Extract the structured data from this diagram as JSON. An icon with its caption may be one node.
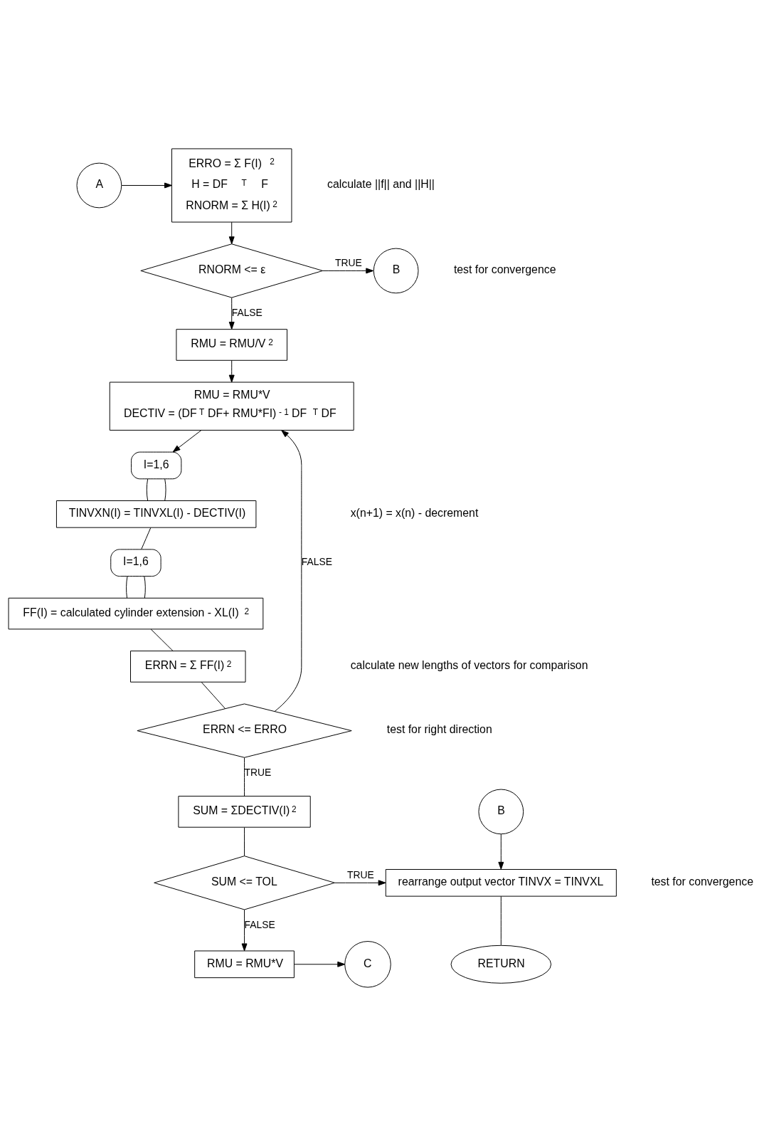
{
  "diagram": {
    "nodes": [
      {
        "text": [
          "A"
        ]
      },
      {
        "text": [
          "ERRO = Σ F(I)$^{2}$",
          "H = DF$^{T}$ F",
          "RNORM = Σ H(I)$^{2}$"
        ]
      },
      {
        "text": [
          "RNORM <= ε"
        ]
      },
      {
        "text": [
          "B"
        ]
      },
      {
        "text": [
          "RMU = RMU/V$^{2}$"
        ]
      },
      {
        "text": [
          "RMU = RMU*V",
          "DECTIV = (DF$^{T}$DF+ RMU*FI)$^{- 1}$ DF$^{T}$ DF"
        ]
      },
      {
        "text": [
          "I=1,6"
        ]
      },
      {
        "text": [
          "TINVXN(I) = TINVXL(I) - DECTIV(I)"
        ]
      },
      {
        "text": [
          "I=1,6"
        ]
      },
      {
        "text": [
          "FF(I) = calculated cylinder extension - XL(I)$^{2}$"
        ]
      },
      {
        "text": [
          "ERRN = Σ FF(I)$^{2}$"
        ]
      },
      {
        "text": [
          "ERRN <= ERRO"
        ]
      },
      {
        "text": [
          "SUM = ΣDECTIV(I)$^{2}$"
        ]
      },
      {
        "text": [
          "SUM <= TOL"
        ]
      },
      {
        "text": [
          "B"
        ]
      },
      {
        "text": [
          "rearrange output vector TINVX = TINVXL"
        ]
      },
      {
        "text": [
          "RETURN"
        ]
      },
      {
        "text": [
          "RMU = RMU*V"
        ]
      },
      {
        "text": [
          "C"
        ]
      }
    ],
    "edges": [
      {
        "from": 0,
        "to": 1,
        "arrow": "to"
      },
      {
        "from": 1,
        "to": 2,
        "arrow": "to"
      },
      {
        "from": 2,
        "to": 3,
        "arrow": "to",
        "label": "TRUE"
      },
      {
        "from": 2,
        "to": 4,
        "arrow": "to",
        "label": "FALSE"
      },
      {
        "from": 4,
        "to": 5,
        "arrow": "to"
      },
      {
        "from": 5,
        "to": 6,
        "arrow": "to"
      },
      {
        "from": 6,
        "to": 7,
        "arrow": "none"
      },
      {
        "from": 6,
        "to": 7,
        "arrow": "none"
      },
      {
        "from": 7,
        "to": 8,
        "arrow": "none"
      },
      {
        "from": 8,
        "to": 9,
        "arrow": "none"
      },
      {
        "from": 8,
        "to": 9,
        "arrow": "none"
      },
      {
        "from": 9,
        "to": 10,
        "arrow": "none"
      },
      {
        "from": 10,
        "to": 11,
        "arrow": "none"
      },
      {
        "from": 11,
        "to": 5,
        "arrow": "to",
        "label": "FALSE"
      },
      {
        "from": 11,
        "to": 12,
        "arrow": "none",
        "label": "TRUE"
      },
      {
        "from": 12,
        "to": 13,
        "arrow": "none"
      },
      {
        "from": 13,
        "to": 15,
        "arrow": "to",
        "label": "TRUE"
      },
      {
        "from": 13,
        "to": 17,
        "arrow": "to",
        "label": "FALSE"
      },
      {
        "from": 17,
        "to": 18,
        "arrow": "to"
      },
      {
        "from": 14,
        "to": 15,
        "arrow": "to"
      },
      {
        "from": 15,
        "to": 16,
        "arrow": "none"
      }
    ],
    "labels": [
      "calculate ||f|| and ||H||",
      "test for convergence",
      "x(n+1) = x(n) - decrement",
      "calculate new lengths of vectors for comparison",
      "test for right direction",
      "test for convergence"
    ]
  }
}
